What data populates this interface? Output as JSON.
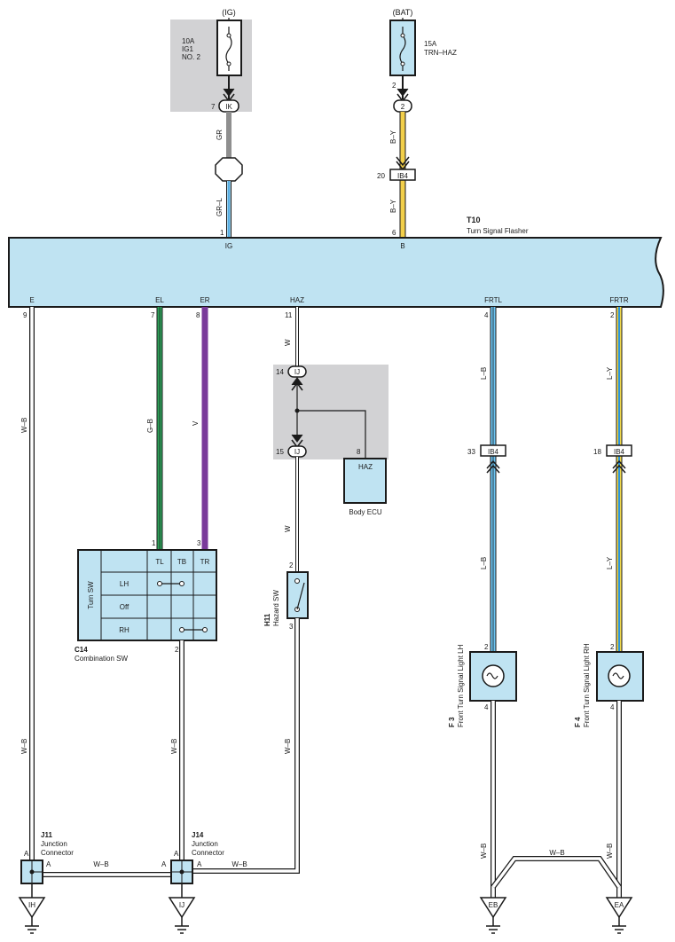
{
  "sources": {
    "ig": "(IG)",
    "bat": "(BAT)"
  },
  "fuses": {
    "ig": {
      "amp": "10A",
      "name1": "IG1",
      "name2": "NO. 2"
    },
    "bat": {
      "amp": "15A",
      "name": "TRN–HAZ"
    }
  },
  "pins": {
    "ik_7": "7",
    "bat_fuse_2": "2",
    "ib4_20": "20",
    "tf_1": "1",
    "tf_6": "6",
    "tf_9": "9",
    "tf_7": "7",
    "tf_8": "8",
    "tf_11": "11",
    "tf_4": "4",
    "tf_2": "2",
    "ij_14": "14",
    "ij_15": "15",
    "ecu_8": "8",
    "ib4_33": "33",
    "ib4_18": "18",
    "c14_1": "1",
    "c14_3": "3",
    "c14_2": "2",
    "h11_2": "2",
    "h11_3": "3",
    "f3_2": "2",
    "f3_4": "4",
    "f4_2": "2",
    "f4_4": "4"
  },
  "connectors": {
    "ik": "IK",
    "c2": "2",
    "ib4": "IB4",
    "ij": "IJ",
    "ih_ground": "IH",
    "ij_ground": "IJ",
    "eb_ground": "EB",
    "ea_ground": "EA",
    "j11_a1": "A",
    "j11_a2": "A",
    "j14_a1": "A",
    "j14_a2": "A",
    "j14_a3": "A"
  },
  "wires": {
    "gr": "GR",
    "gr_l": "GR–L",
    "b_y1": "B–Y",
    "b_y2": "B–Y",
    "w_b_e": "W–B",
    "g_b": "G–B",
    "v": "V",
    "w_haz": "W",
    "w_haz2": "W",
    "l_b1": "L–B",
    "l_b2": "L–B",
    "l_y1": "L–Y",
    "l_y2": "L–Y",
    "w_b_c14": "W–B",
    "w_b_h11": "W–B",
    "w_b_j11": "W–B",
    "w_b_j11b": "W–B",
    "w_b_j14b": "W–B",
    "w_b_f3": "W–B",
    "w_b_f4": "W–B",
    "w_b_cross": "W–B"
  },
  "flasher": {
    "code": "T10",
    "name": "Turn Signal Flasher",
    "terminals": {
      "ig": "IG",
      "b": "B",
      "e": "E",
      "el": "EL",
      "er": "ER",
      "haz": "HAZ",
      "frtl": "FRTL",
      "frtr": "FRTR"
    }
  },
  "body_ecu": {
    "terminal": "HAZ",
    "name": "Body ECU"
  },
  "combination_sw": {
    "code": "C14",
    "name": "Combination SW",
    "group": "Turn SW",
    "columns": [
      "TL",
      "TB",
      "TR"
    ],
    "rows": [
      "LH",
      "Off",
      "RH"
    ]
  },
  "hazard_sw": {
    "code": "H11",
    "name": "Hazard SW"
  },
  "lights": {
    "f3": {
      "code": "F 3",
      "name": "Front Turn Signal Light LH"
    },
    "f4": {
      "code": "F 4",
      "name": "Front Turn Signal Light RH"
    }
  },
  "junctions": {
    "j11": {
      "code": "J11",
      "line1": "Junction",
      "line2": "Connector"
    },
    "j14": {
      "code": "J14",
      "line1": "Junction",
      "line2": "Connector"
    }
  },
  "colors": {
    "component": "#bfe3f2",
    "shade": "#d2d2d4",
    "gray_wire": "#8f8f8f",
    "blue": "#2b95d9",
    "yellow": "#f2cf4a",
    "green": "#2fa35a",
    "purple": "#7a3a9a"
  }
}
